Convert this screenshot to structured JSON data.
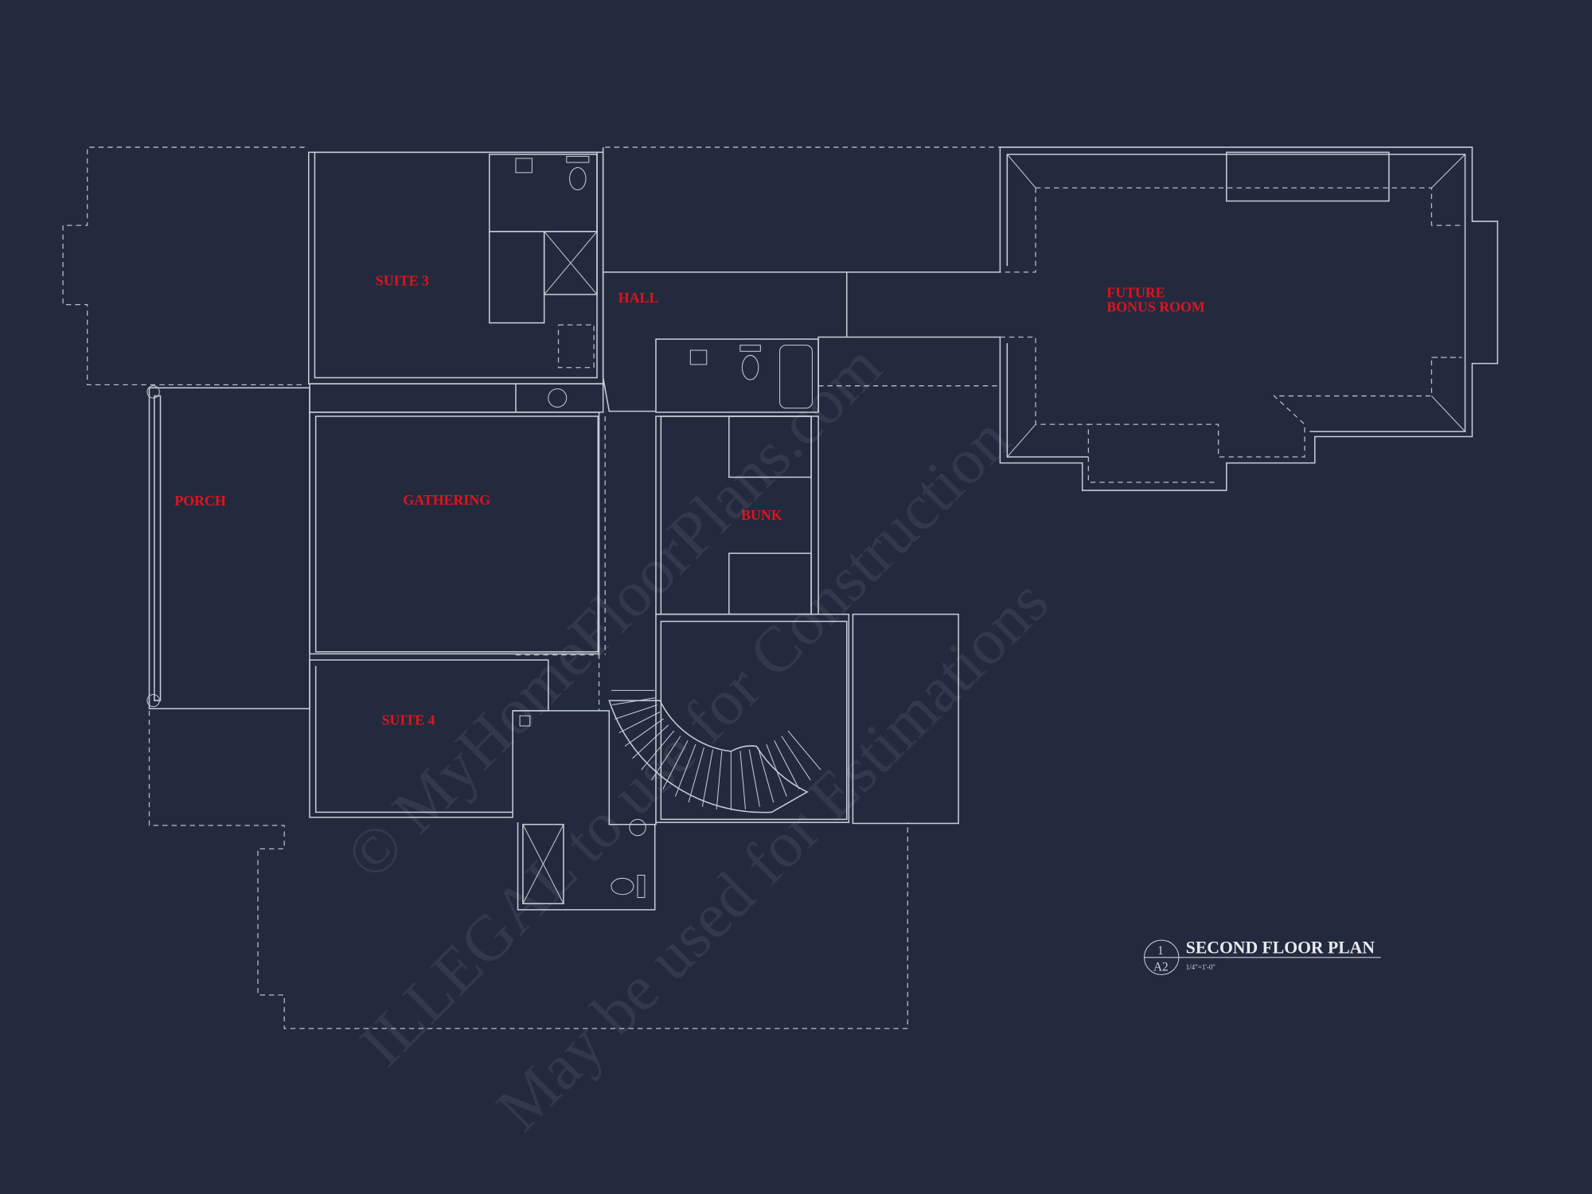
{
  "plan": {
    "title": "SECOND FLOOR PLAN",
    "scale": "1/4\"=1'-0\"",
    "detail_number": "1",
    "sheet_number": "A2"
  },
  "rooms": {
    "suite3": "SUITE 3",
    "hall": "HALL",
    "future_line1": "FUTURE",
    "future_line2": "BONUS ROOM",
    "porch": "PORCH",
    "gathering": "GATHERING",
    "bunk": "BUNK",
    "suite4": "SUITE 4"
  },
  "watermark": {
    "line1": "© MyHomeFloorPlans.com",
    "line2": "ILLEGAL to use for Construction",
    "line3": "May be used for Estimations"
  },
  "colors": {
    "background": "#242a3e",
    "lines": "#c9ccd6",
    "room_labels": "#e3121b"
  }
}
